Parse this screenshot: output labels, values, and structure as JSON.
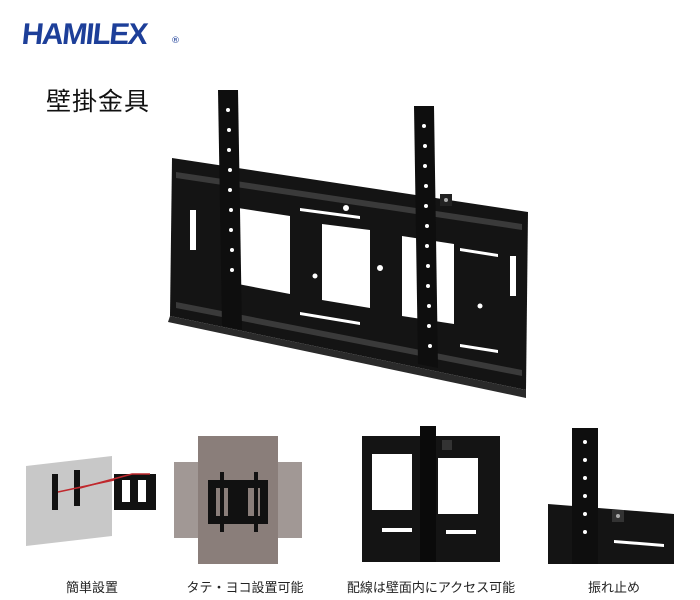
{
  "brand": {
    "logo_text": "HAMILEX",
    "registered_mark": "®"
  },
  "product": {
    "title": "壁掛金具"
  },
  "features": [
    {
      "caption": "簡単設置",
      "icon": "easy-install-illustration"
    },
    {
      "caption": "タテ・ヨコ設置可能",
      "icon": "orientation-illustration"
    },
    {
      "caption": "配線は壁面内にアクセス可能",
      "icon": "wiring-access-illustration"
    },
    {
      "caption": "振れ止め",
      "icon": "anti-sway-illustration"
    }
  ],
  "colors": {
    "brand": "#1d3f99",
    "bracket": "#141414",
    "accent_red": "#c0282d"
  }
}
